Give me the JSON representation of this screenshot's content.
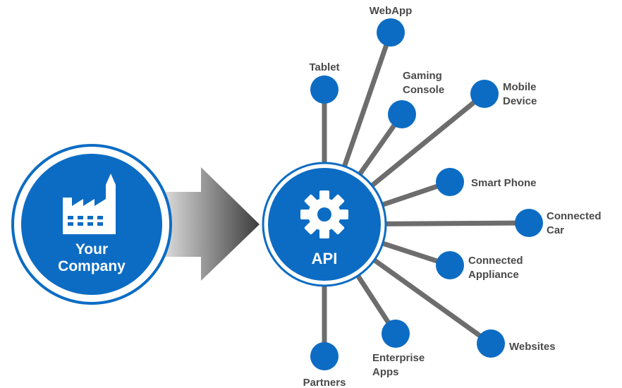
{
  "company": {
    "label_line1": "Your",
    "label_line2": "Company",
    "icon": "factory-icon"
  },
  "hub": {
    "label": "API",
    "icon": "gear-icon"
  },
  "colors": {
    "node": "#0c6cc4",
    "ring": "#0c6cc4",
    "spoke": "#6d6d6d",
    "label": "#4a4a4a",
    "arrow_dark": "#3c3c3c",
    "arrow_light": "#e0e0e0"
  },
  "nodes": [
    {
      "id": "webapp",
      "lines": [
        "WebApp"
      ]
    },
    {
      "id": "tablet",
      "lines": [
        "Tablet"
      ]
    },
    {
      "id": "gaming-console",
      "lines": [
        "Gaming",
        "Console"
      ]
    },
    {
      "id": "mobile-device",
      "lines": [
        "Mobile",
        "Device"
      ]
    },
    {
      "id": "smart-phone",
      "lines": [
        "Smart Phone"
      ]
    },
    {
      "id": "connected-car",
      "lines": [
        "Connected",
        "Car"
      ]
    },
    {
      "id": "connected-appliance",
      "lines": [
        "Connected",
        "Appliance"
      ]
    },
    {
      "id": "websites",
      "lines": [
        "Websites"
      ]
    },
    {
      "id": "enterprise-apps",
      "lines": [
        "Enterprise",
        "Apps"
      ]
    },
    {
      "id": "partners",
      "lines": [
        "Partners"
      ]
    }
  ]
}
